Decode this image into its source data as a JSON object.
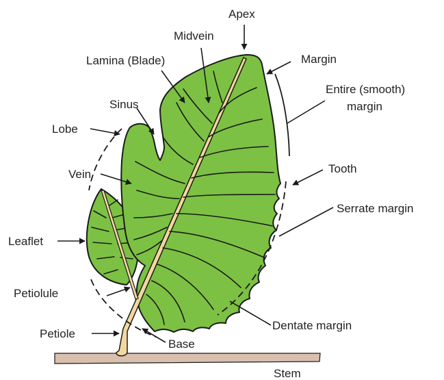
{
  "diagram": {
    "labels": {
      "apex": "Apex",
      "midvein": "Midvein",
      "lamina": "Lamina (Blade)",
      "margin": "Margin",
      "entire_margin_line1": "Entire (smooth)",
      "entire_margin_line2": "margin",
      "sinus": "Sinus",
      "lobe": "Lobe",
      "vein": "Vein",
      "tooth": "Tooth",
      "serrate_margin": "Serrate margin",
      "leaflet": "Leaflet",
      "petiolule": "Petiolule",
      "dentate_margin": "Dentate margin",
      "petiole": "Petiole",
      "base": "Base",
      "stem": "Stem"
    },
    "colors": {
      "leaf_fill": "#7cc143",
      "petiole_fill": "#f2d7a0",
      "stem_fill": "#d9bfae",
      "outline": "#1a1a1a"
    }
  }
}
